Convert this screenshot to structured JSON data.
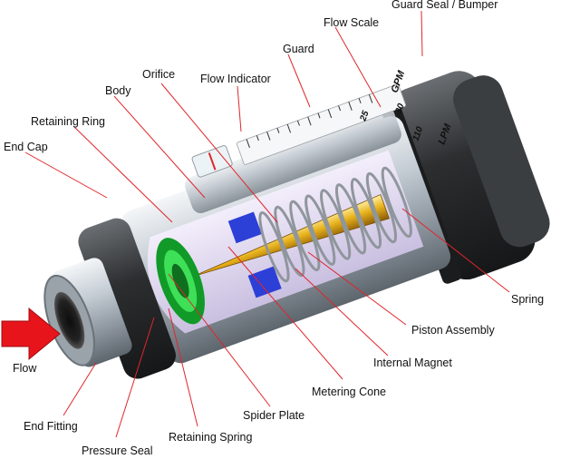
{
  "diagram": {
    "labels": {
      "guard_seal": "Guard Seal / Bumper",
      "flow_scale": "Flow Scale",
      "guard": "Guard",
      "orifice": "Orifice",
      "flow_indicator": "Flow Indicator",
      "body": "Body",
      "retaining_ring": "Retaining Ring",
      "end_cap": "End Cap",
      "flow": "Flow",
      "end_fitting": "End Fitting",
      "pressure_seal": "Pressure Seal",
      "retaining_spring": "Retaining Spring",
      "spider_plate": "Spider Plate",
      "metering_cone": "Metering Cone",
      "internal_magnet": "Internal Magnet",
      "piston_assembly": "Piston Assembly",
      "spring": "Spring"
    },
    "scale": {
      "unit_top": "GPM",
      "unit_bottom": "LPM",
      "tick_30": "30",
      "tick_25": "25",
      "tick_110": "110"
    },
    "colors": {
      "leader": "#e0262b",
      "arrow": "#e8141b",
      "cone": "#e8b21c",
      "spring": "#9aa0a6",
      "spider_plate": "#22c93c",
      "magnet": "#2c3fd6",
      "end_cap": "#2a2a2a"
    }
  }
}
